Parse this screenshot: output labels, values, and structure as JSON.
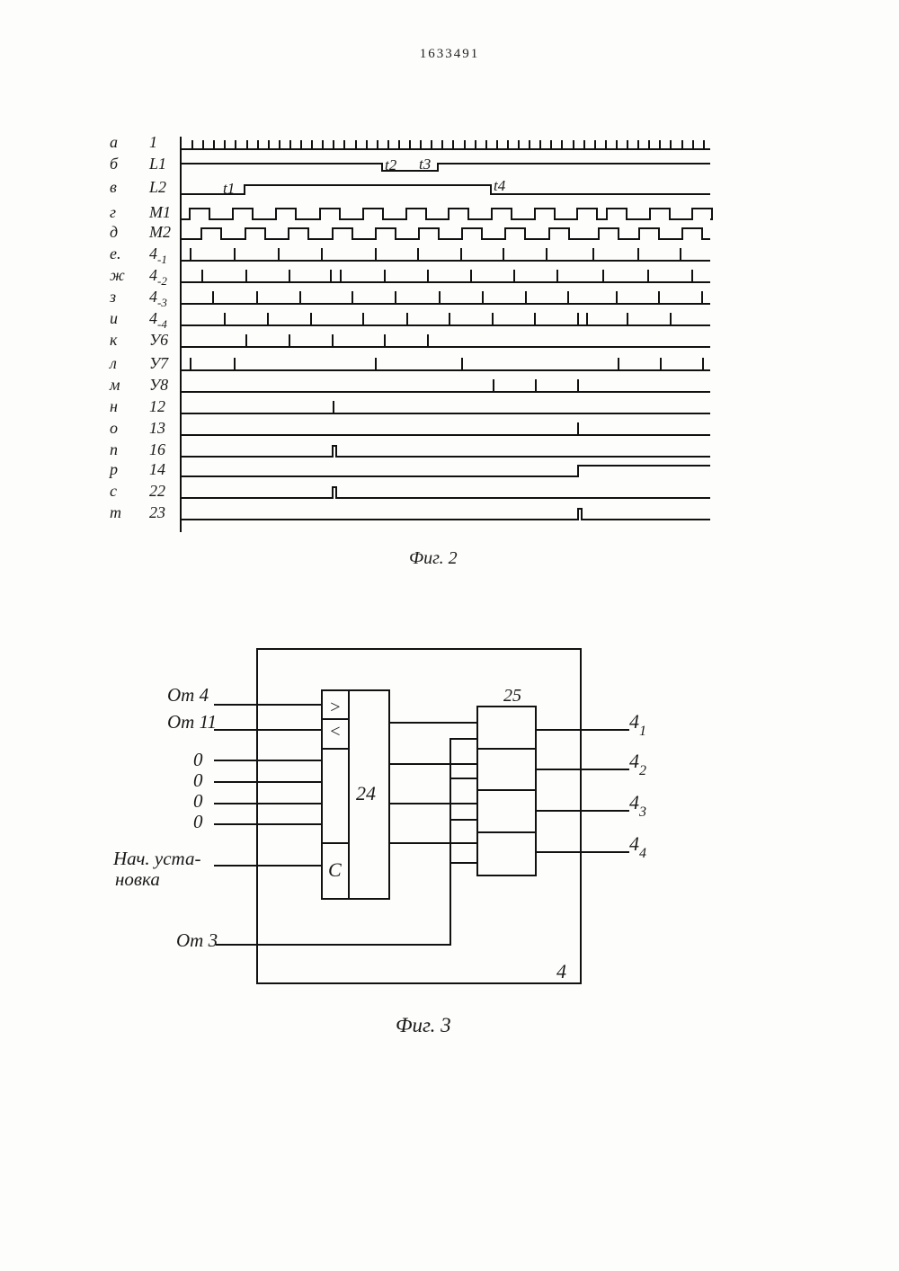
{
  "document": {
    "number": "1633491"
  },
  "fig2": {
    "caption": "Фиг. 2",
    "rows": [
      {
        "letter": "а",
        "signal": "1"
      },
      {
        "letter": "б",
        "signal": "L1"
      },
      {
        "letter": "в",
        "signal": "L2"
      },
      {
        "letter": "г",
        "signal": "M1"
      },
      {
        "letter": "д",
        "signal": "M2"
      },
      {
        "letter": "е.",
        "signal": "4-1"
      },
      {
        "letter": "ж",
        "signal": "4-2"
      },
      {
        "letter": "з",
        "signal": "4-3"
      },
      {
        "letter": "и",
        "signal": "4-4"
      },
      {
        "letter": "к",
        "signal": "У6"
      },
      {
        "letter": "л",
        "signal": "У7"
      },
      {
        "letter": "м",
        "signal": "У8"
      },
      {
        "letter": "н",
        "signal": "12"
      },
      {
        "letter": "о",
        "signal": "13"
      },
      {
        "letter": "п",
        "signal": "16"
      },
      {
        "letter": "р",
        "signal": "14"
      },
      {
        "letter": "с",
        "signal": "22"
      },
      {
        "letter": "т",
        "signal": "23"
      }
    ],
    "time_markers": [
      "t1",
      "t2",
      "t3",
      "t4"
    ]
  },
  "fig3": {
    "caption": "Фиг. 3",
    "block_outer": "4",
    "block_register": "24",
    "block_decoder": "25",
    "register_labels": {
      "gt": ">",
      "lt": "<",
      "c": "C"
    },
    "inputs": [
      "От 4",
      "От 11",
      "0",
      "0",
      "0",
      "0",
      "Нач. уста-",
      "новка",
      "От 3"
    ],
    "outputs": [
      "41",
      "42",
      "43",
      "44"
    ]
  }
}
